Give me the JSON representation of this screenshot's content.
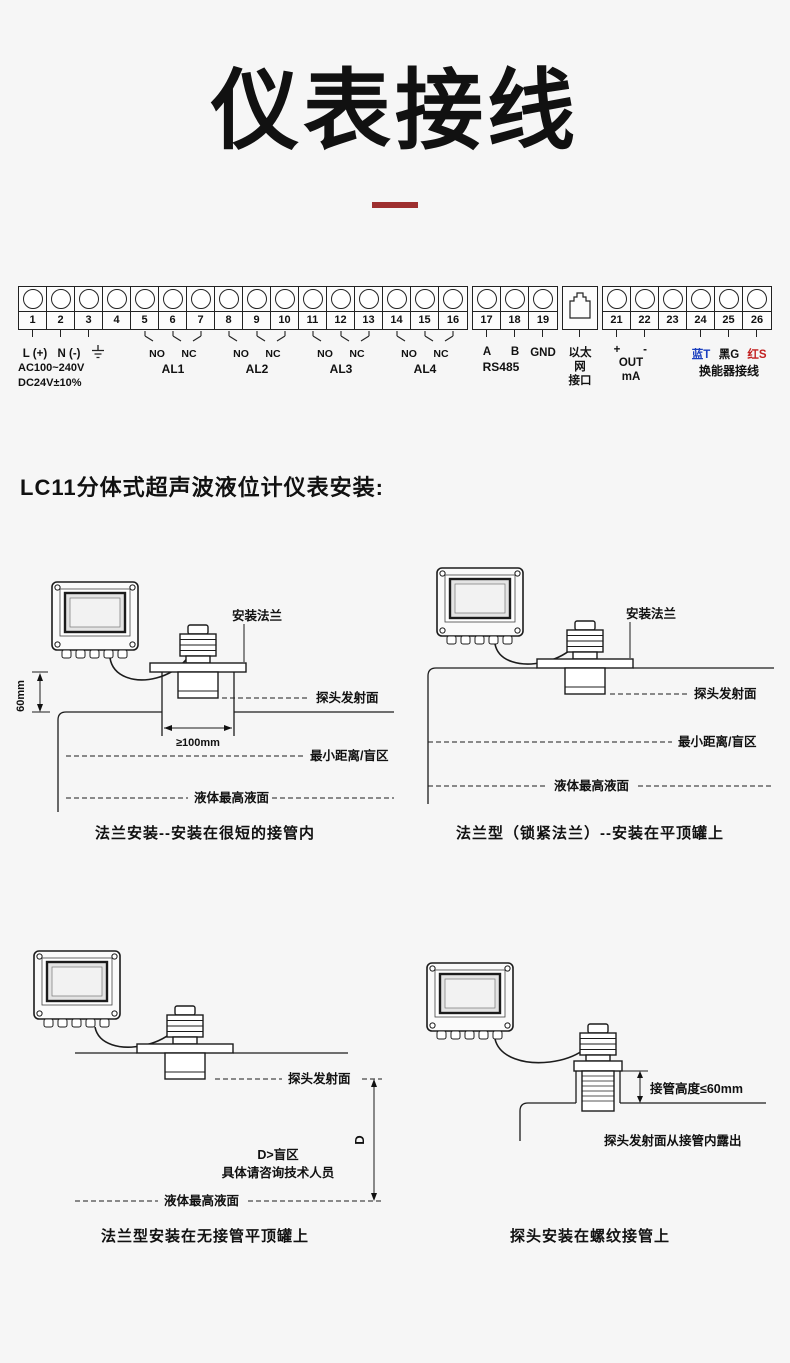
{
  "page": {
    "title": "仪表接线",
    "section_heading": "LC11分体式超声波液位计仪表安装:",
    "divider_color": "#9e2f2f"
  },
  "terminal_block": {
    "numbers": [
      "1",
      "2",
      "3",
      "4",
      "5",
      "6",
      "7",
      "8",
      "9",
      "10",
      "11",
      "12",
      "13",
      "14",
      "15",
      "16",
      "17",
      "18",
      "19",
      "21",
      "22",
      "23",
      "24",
      "25",
      "26"
    ],
    "power": {
      "line_l": "L (+)",
      "line_n": "N (-)",
      "spec1": "AC100~240V",
      "spec2": "DC24V±10%"
    },
    "relay": {
      "no": "NO",
      "nc": "NC",
      "names": [
        "AL1",
        "AL2",
        "AL3",
        "AL4"
      ]
    },
    "rs485": {
      "a": "A",
      "b": "B",
      "label": "RS485"
    },
    "gnd": "GND",
    "ethernet": {
      "line1": "以太网",
      "line2": "接口"
    },
    "output": {
      "plus": "+",
      "minus": "-",
      "line1": "OUT",
      "line2": "mA"
    },
    "transducer": {
      "blue": "蓝T",
      "black": "黑G",
      "red": "红S",
      "label": "换能器接线",
      "blue_color": "#1b3fbf",
      "black_color": "#111111",
      "red_color": "#c22020"
    }
  },
  "diagrams": [
    {
      "caption": "法兰安装--安装在很短的接管内",
      "labels": {
        "flange": "安装法兰",
        "probe_face": "探头发射面",
        "blind_zone": "最小距离/盲区",
        "max_level": "液体最高液面",
        "dim_height": "60mm",
        "dim_width": "≥100mm"
      }
    },
    {
      "caption": "法兰型（锁紧法兰）--安装在平顶罐上",
      "labels": {
        "flange": "安装法兰",
        "probe_face": "探头发射面",
        "blind_zone": "最小距离/盲区",
        "max_level": "液体最高液面"
      }
    },
    {
      "caption": "法兰型安装在无接管平顶罐上",
      "labels": {
        "probe_face": "探头发射面",
        "dim_d": "D",
        "note1": "D>盲区",
        "note2": "具体请咨询技术人员",
        "max_level": "液体最高液面"
      }
    },
    {
      "caption": "探头安装在螺纹接管上",
      "labels": {
        "pipe_height": "接管高度≤60mm",
        "probe_note": "探头发射面从接管内露出"
      }
    }
  ]
}
